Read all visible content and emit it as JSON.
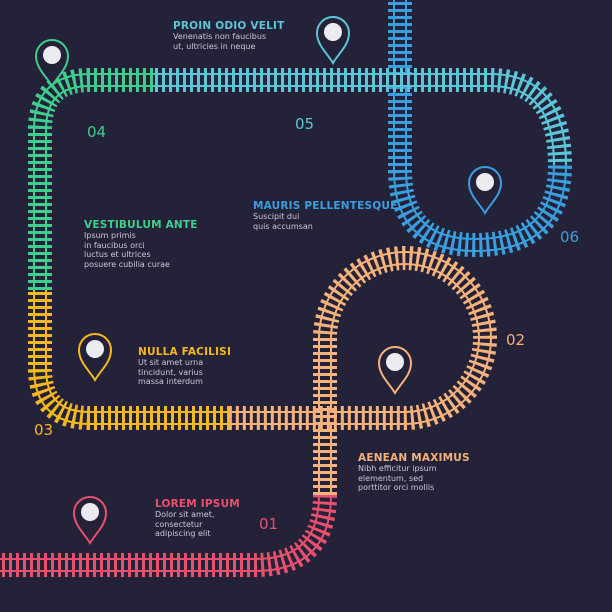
{
  "colors": {
    "background": "#232238",
    "step1": "#e8506e",
    "step2": "#f5b27a",
    "step3": "#f6b81f",
    "step4": "#3ecf8e",
    "step5": "#5bc6d8",
    "step6": "#3a9fdf"
  },
  "steps": [
    {
      "number": "01",
      "title": "LOREM IPSUM",
      "text": "Dolor sit amet,\nconsectetur\nadipiscing elit"
    },
    {
      "number": "02",
      "title": "AENEAN MAXIMUS",
      "text": "Nibh efficitur ipsum\nelementum, sed\nporttitor orci mollis"
    },
    {
      "number": "03",
      "title": "NULLA FACILISI",
      "text": "Ut sit amet urna\ntincidunt, varius\nmassa interdum"
    },
    {
      "number": "04",
      "title": "VESTIBULUM ANTE",
      "text": "Ipsum primis\nin faucibus orci\nluctus et ultrices\nposuere cubilia curae"
    },
    {
      "number": "05",
      "title": "PROIN ODIO VELIT",
      "text": "Venenatis non faucibus\nut, ultricies in neque"
    },
    {
      "number": "06",
      "title": "MAURIS PELLENTESQUE",
      "text": "Suscipit dui\nquis accumsan"
    }
  ],
  "icons": {
    "pin": "map-pin-icon"
  }
}
